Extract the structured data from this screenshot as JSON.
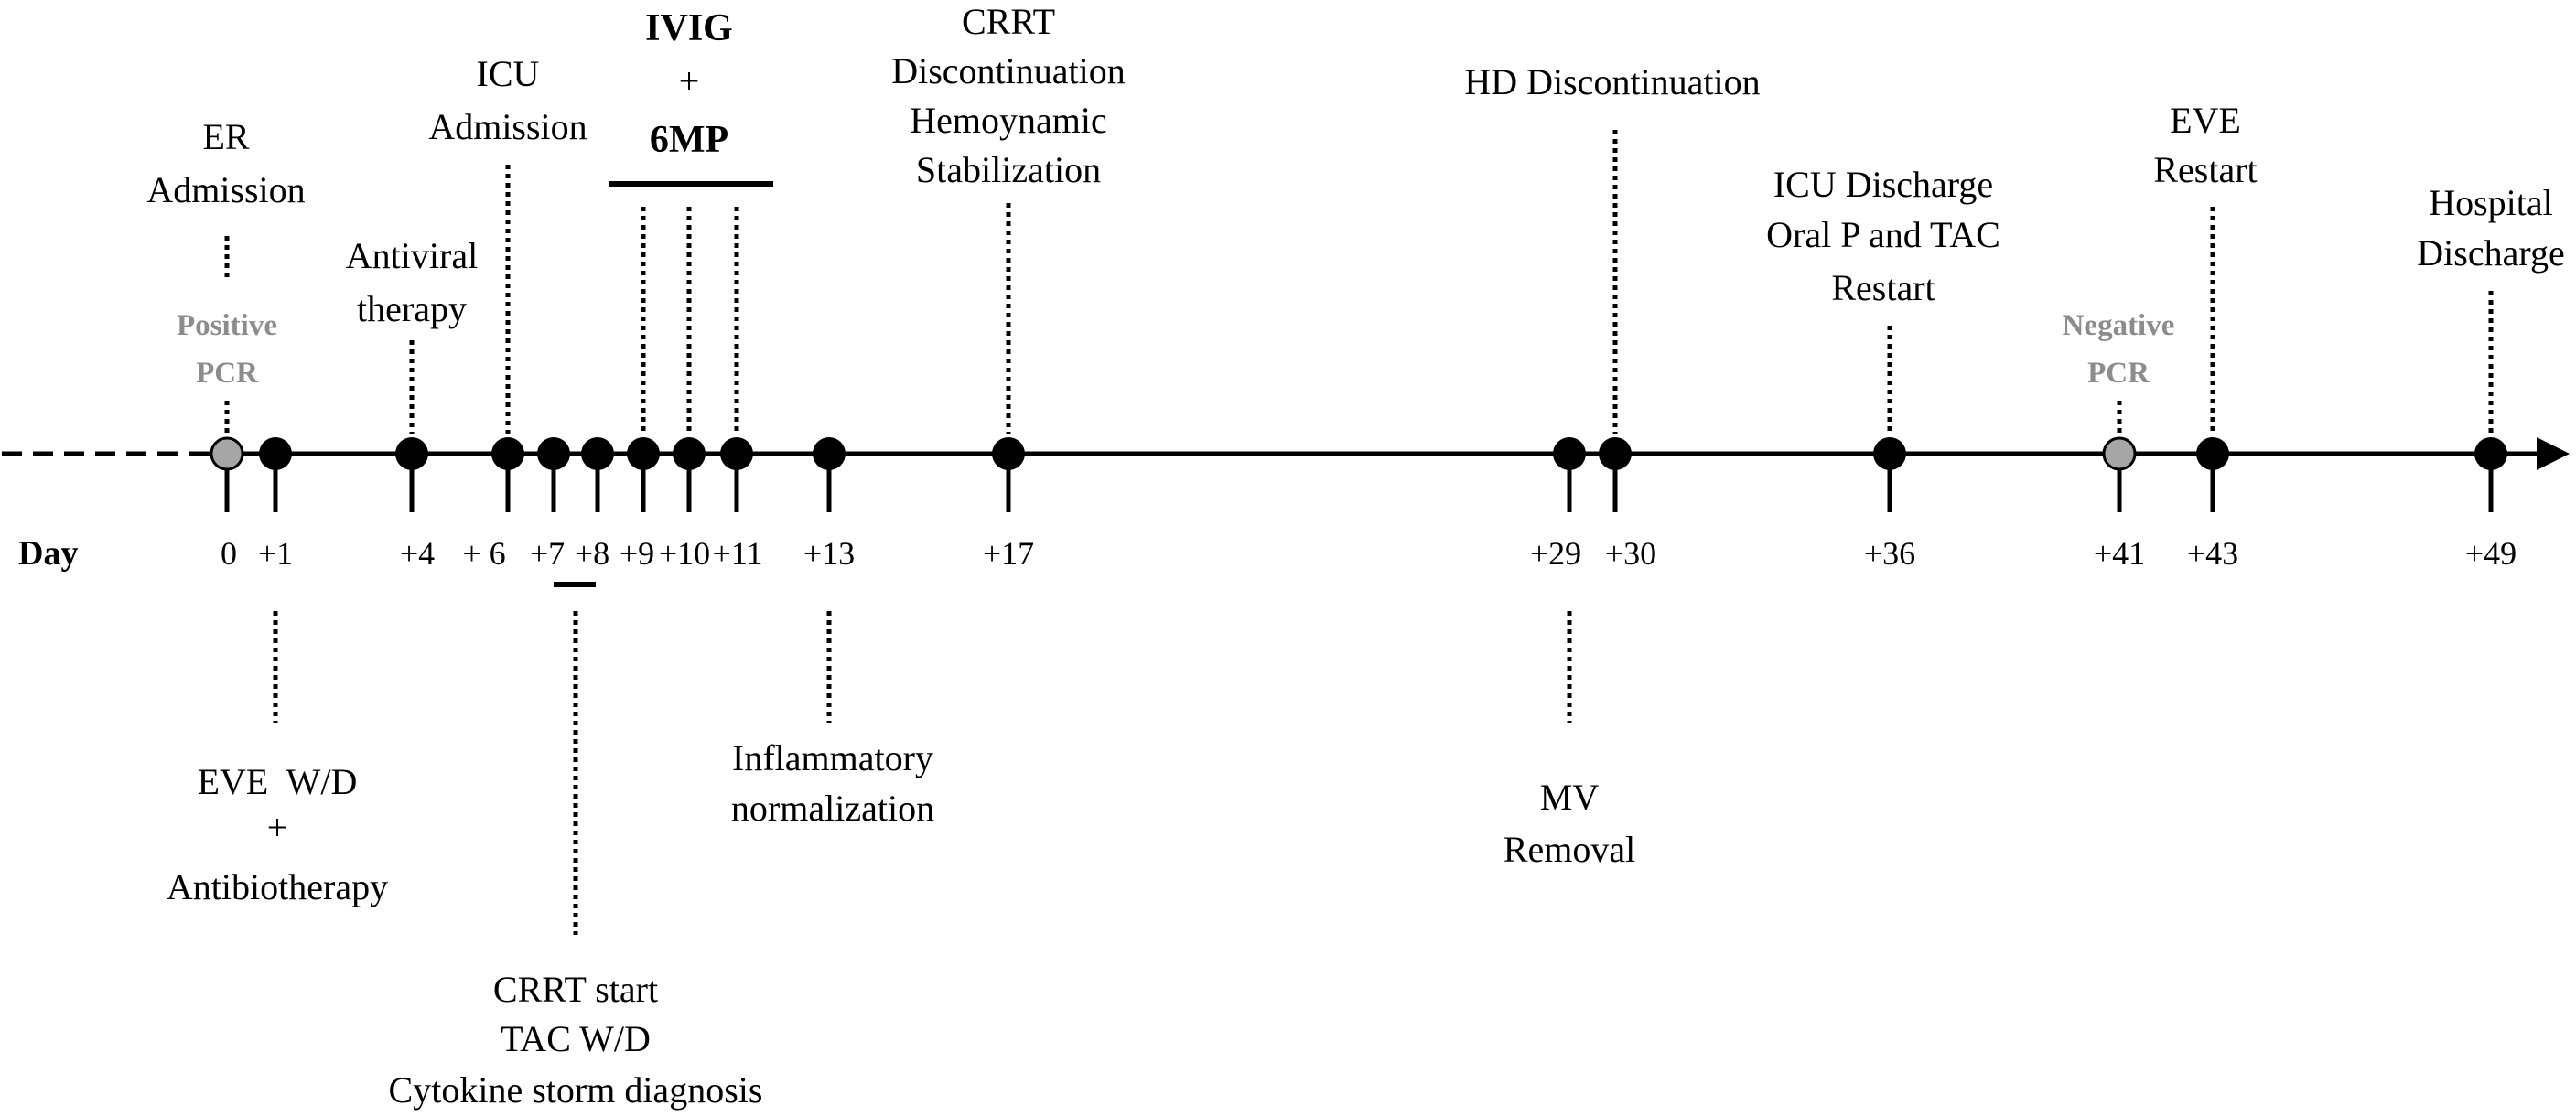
{
  "day_label": "Day",
  "colors": {
    "ink": "#000000",
    "pcr_marker": "#a6a6a6",
    "pcr_text": "#8c8c8c"
  },
  "days": [
    {
      "id": "d0",
      "day": 0,
      "label": "0",
      "marker": "pcr"
    },
    {
      "id": "d1",
      "day": 1,
      "label": "+1",
      "marker": "event"
    },
    {
      "id": "d4",
      "day": 4,
      "label": "+4",
      "marker": "event"
    },
    {
      "id": "d6",
      "day": 6,
      "label": "+ 6",
      "marker": "event"
    },
    {
      "id": "d7",
      "day": 7,
      "label": "+7",
      "marker": "event"
    },
    {
      "id": "d8",
      "day": 8,
      "label": "+8",
      "marker": "event"
    },
    {
      "id": "d9",
      "day": 9,
      "label": "+9",
      "marker": "event"
    },
    {
      "id": "d10",
      "day": 10,
      "label": "+10",
      "marker": "event"
    },
    {
      "id": "d11",
      "day": 11,
      "label": "+11",
      "marker": "event"
    },
    {
      "id": "d13",
      "day": 13,
      "label": "+13",
      "marker": "event"
    },
    {
      "id": "d17",
      "day": 17,
      "label": "+17",
      "marker": "event"
    },
    {
      "id": "d29",
      "day": 29,
      "label": "+29",
      "marker": "event"
    },
    {
      "id": "d30",
      "day": 30,
      "label": "+30",
      "marker": "event"
    },
    {
      "id": "d36",
      "day": 36,
      "label": "+36",
      "marker": "event"
    },
    {
      "id": "d41",
      "day": 41,
      "label": "+41",
      "marker": "pcr"
    },
    {
      "id": "d43",
      "day": 43,
      "label": "+43",
      "marker": "event"
    },
    {
      "id": "d49",
      "day": 49,
      "label": "+49",
      "marker": "event"
    }
  ],
  "events_above": {
    "er_admission": {
      "day": 0,
      "lines": [
        "ER",
        "Admission"
      ]
    },
    "positive_pcr": {
      "day": 0,
      "lines": [
        "Positive",
        "PCR"
      ]
    },
    "antiviral": {
      "day": 4,
      "lines": [
        "Antiviral",
        "therapy"
      ]
    },
    "icu_admission": {
      "day": 6,
      "lines": [
        "ICU",
        "Admission"
      ]
    },
    "ivig": {
      "days": [
        9,
        10,
        11
      ],
      "lines": [
        "IVIG",
        "+",
        "6MP"
      ]
    },
    "crrt_discontinuation": {
      "day": 17,
      "lines": [
        "CRRT",
        "Discontinuation",
        "Hemoynamic",
        "Stabilization"
      ]
    },
    "hd_discontinuation": {
      "day": 30,
      "lines": [
        "HD Discontinuation"
      ]
    },
    "icu_discharge": {
      "day": 36,
      "lines": [
        "ICU Discharge",
        "Oral P and TAC",
        "Restart"
      ]
    },
    "negative_pcr": {
      "day": 41,
      "lines": [
        "Negative",
        "PCR"
      ]
    },
    "eve_restart": {
      "day": 43,
      "lines": [
        "EVE",
        "Restart"
      ]
    },
    "hospital_discharge": {
      "day": 49,
      "lines": [
        "Hospital",
        "Discharge"
      ]
    }
  },
  "events_below": {
    "eve_wd": {
      "day": 1,
      "lines": [
        "EVE  W/D",
        "+",
        "Antibiotherapy"
      ]
    },
    "crrt_start": {
      "days": [
        7,
        8
      ],
      "lines": [
        "CRRT start",
        "TAC W/D",
        "Cytokine storm diagnosis"
      ]
    },
    "inflammatory": {
      "day": 13,
      "lines": [
        "Inflammatory",
        "normalization"
      ]
    },
    "mv_removal": {
      "day": 29,
      "lines": [
        "MV",
        "Removal"
      ]
    }
  }
}
